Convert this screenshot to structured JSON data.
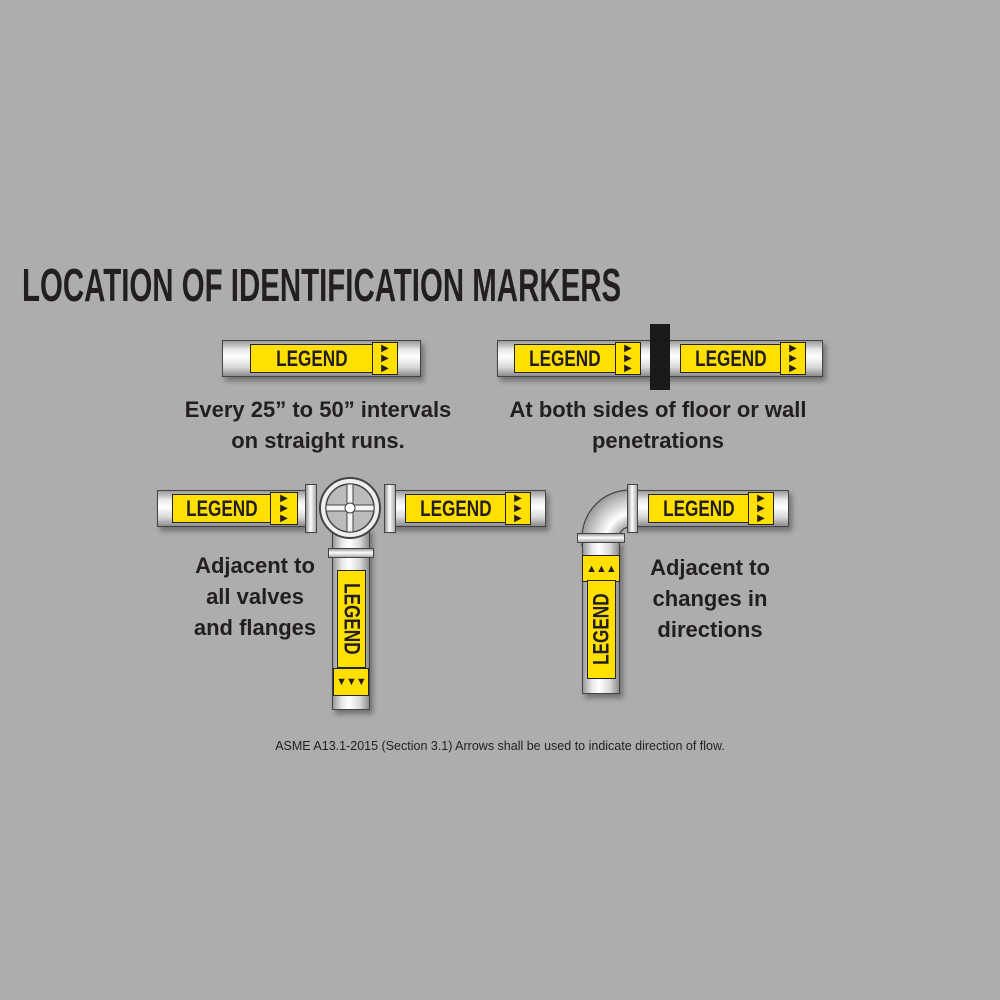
{
  "title": "LOCATION OF IDENTIFICATION MARKERS",
  "marker_label": "LEGEND",
  "captions": {
    "straight": [
      "Every 25” to 50” intervals",
      "on straight runs."
    ],
    "penetrations": [
      "At both sides of floor or wall",
      "penetrations"
    ],
    "valves": [
      "Adjacent to",
      "all valves",
      "and flanges"
    ],
    "changes": [
      "Adjacent to",
      "changes in",
      "directions"
    ]
  },
  "footnote": "ASME A13.1-2015 (Section 3.1) Arrows shall be used to indicate direction of flow.",
  "colors": {
    "background": "#adadad",
    "marker": "#ffe000",
    "text": "#231f20"
  }
}
